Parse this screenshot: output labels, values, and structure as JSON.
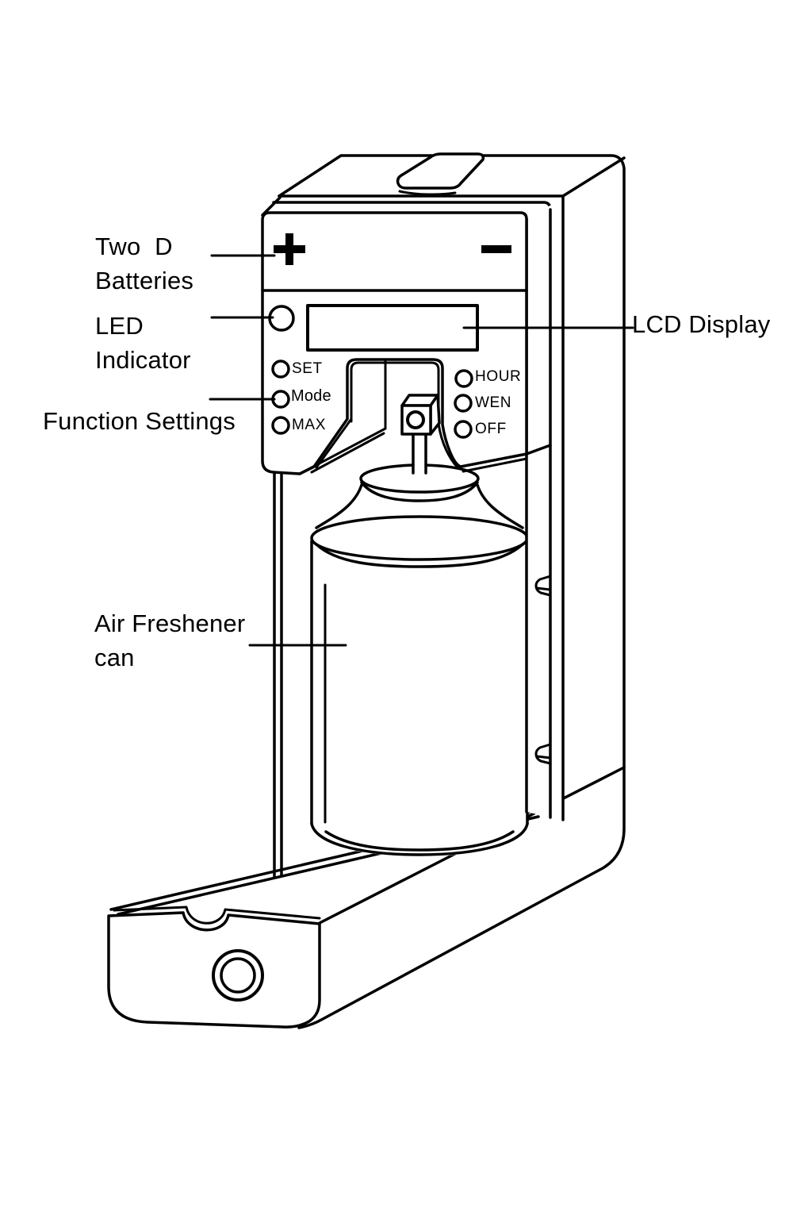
{
  "diagram": {
    "callouts": {
      "batteries": {
        "text": "Two  D\nBatteries"
      },
      "led": {
        "text": "LED\nIndicator"
      },
      "function": {
        "text": "Function Settings"
      },
      "can": {
        "text": "Air Freshener\ncan"
      },
      "lcd": {
        "text": "LCD Display"
      }
    },
    "panel_buttons": {
      "set": "SET",
      "mode": "Mode",
      "max": "MAX",
      "hour": "HOUR",
      "wen": "WEN",
      "off": "OFF"
    },
    "battery_marks": {
      "plus": "+",
      "minus": "−"
    },
    "colors": {
      "line": "#000000",
      "background": "#ffffff"
    }
  }
}
